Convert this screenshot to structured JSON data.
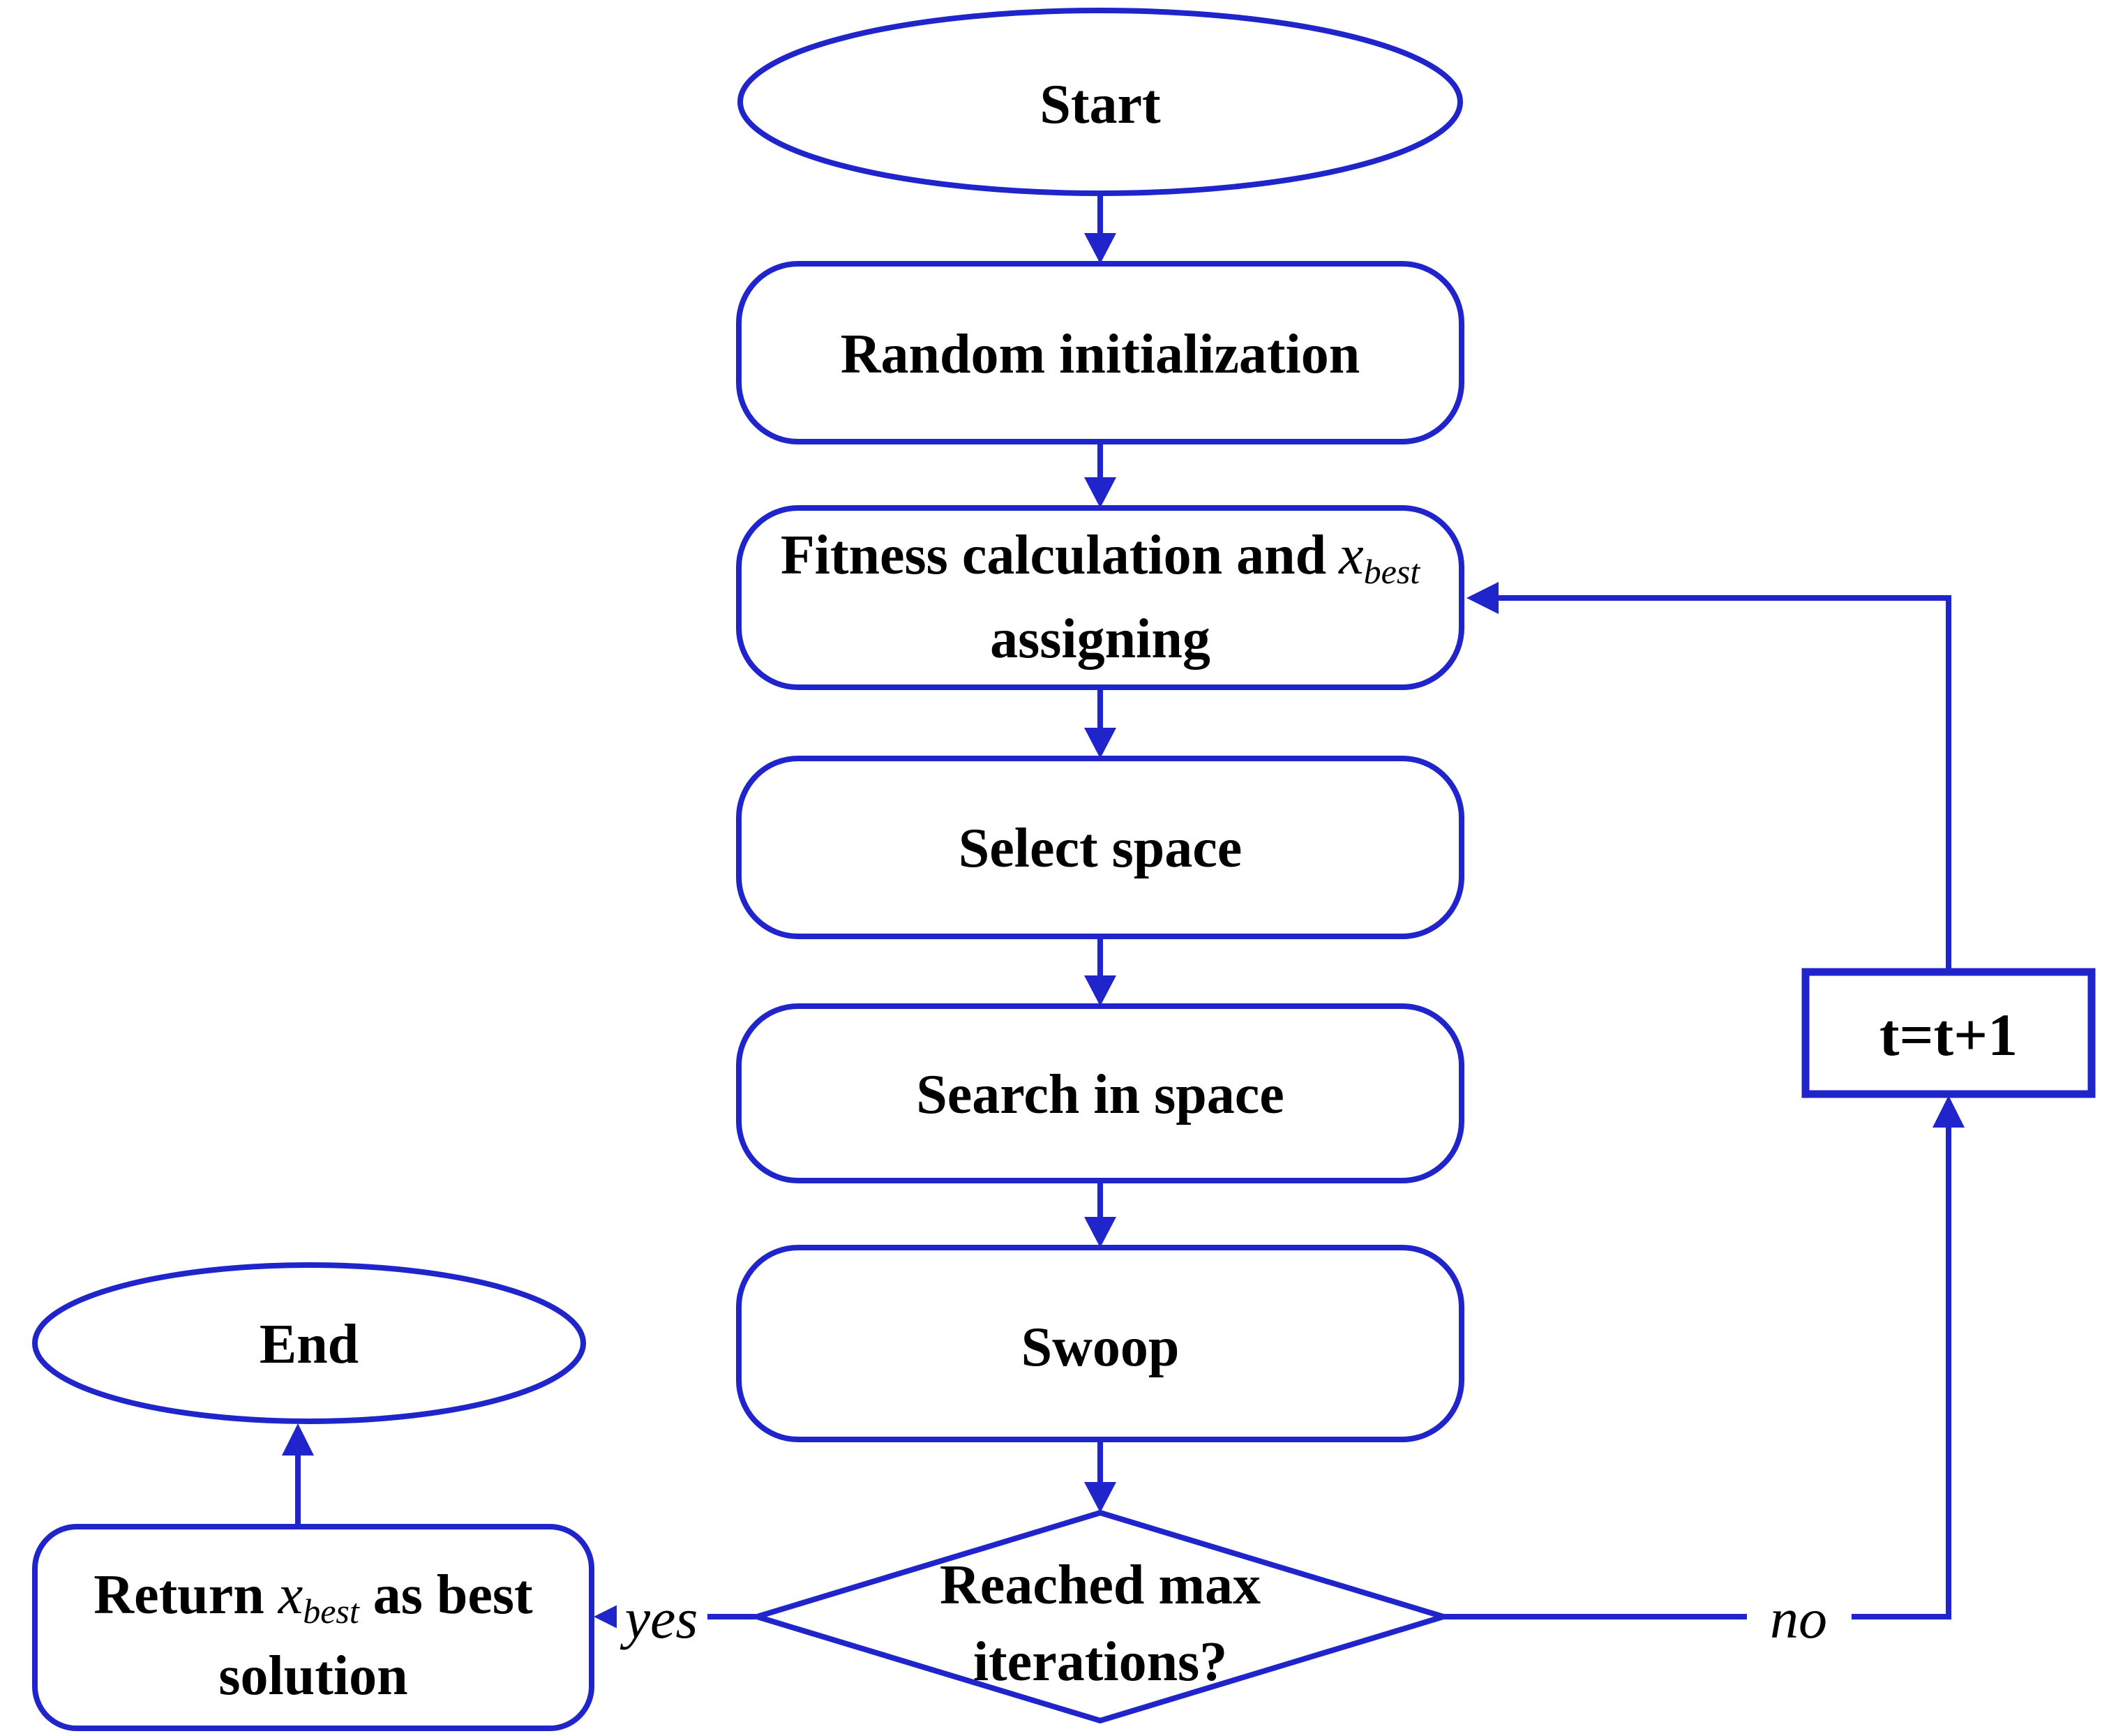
{
  "diagram": {
    "type": "flowchart",
    "colors": {
      "accent": "#2024CB",
      "text": "#000000",
      "background": "#FFFFFF"
    },
    "nodes": {
      "start": {
        "shape": "ellipse",
        "label": "Start"
      },
      "random_init": {
        "shape": "rounded-rect",
        "label": "Random initialization"
      },
      "fitness": {
        "shape": "rounded-rect",
        "line1_prefix": "Fitness calculation and",
        "line1_var": "x",
        "line1_var_sub": "best",
        "line2": "assigning"
      },
      "select_space": {
        "shape": "rounded-rect",
        "label": "Select space"
      },
      "search_space": {
        "shape": "rounded-rect",
        "label": "Search in space"
      },
      "swoop": {
        "shape": "rounded-rect",
        "label": "Swoop"
      },
      "decision": {
        "shape": "diamond",
        "line1": "Reached max",
        "line2": "iterations?"
      },
      "increment": {
        "shape": "rect",
        "label": "t=t+1"
      },
      "return_best": {
        "shape": "rounded-rect",
        "line1_prefix": "Return",
        "line1_var": "x",
        "line1_var_sub": "best",
        "line1_suffix": "as best",
        "line2": "solution"
      },
      "end": {
        "shape": "ellipse",
        "label": "End"
      }
    },
    "edges": {
      "yes_label": "yes",
      "no_label": "no"
    }
  }
}
